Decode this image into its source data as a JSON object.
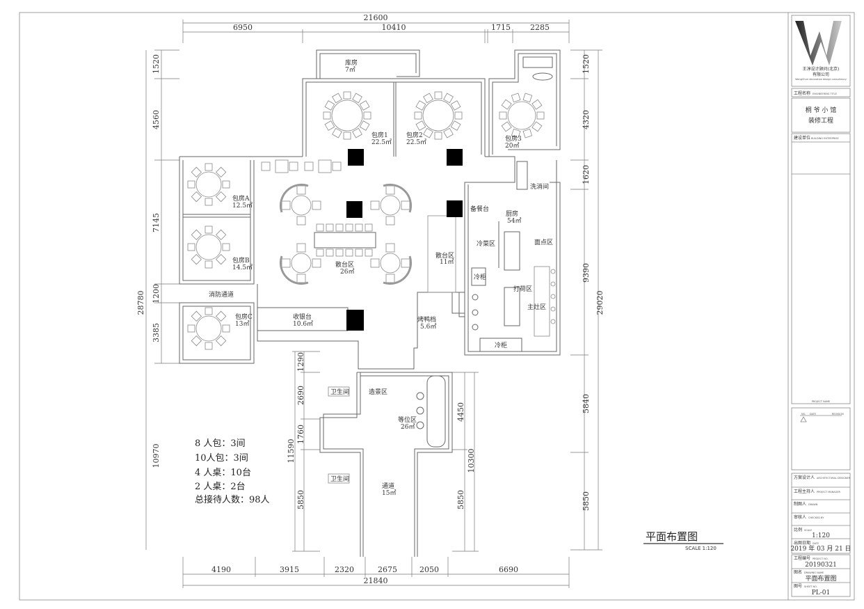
{
  "title_block": {
    "logo_letter": "W",
    "company_cn_1": "王淳设计顾问(北京)",
    "company_cn_2": "有限公司",
    "company_en": "WangChun decoration design consultancy",
    "project_name_label": "工程名称",
    "project_name_en": "ENGINEERING TITLE",
    "project_line_1": "桐 爷 小 馆",
    "project_line_2": "装修工程",
    "client_label": "建设单位",
    "client_en": "BUILDING ENTERPRISE",
    "project_name_caption": "PROJECT NAME",
    "revision_headers": [
      "NO.",
      "DATE",
      "REVISION"
    ],
    "sign_rows": [
      {
        "label": "方案设计人",
        "en": "ARCHITECTURAL DESIGNER",
        "value": ""
      },
      {
        "label": "工程主持人",
        "en": "PROJECT MANAGER",
        "value": ""
      },
      {
        "label": "制图人",
        "en": "DRAWN",
        "value": ""
      },
      {
        "label": "审核人",
        "en": "CHECKED BY",
        "value": ""
      },
      {
        "label": "比例",
        "en": "SCALE",
        "value": "1:120"
      },
      {
        "label": "出图日期",
        "en": "DATE",
        "value": "2019 年 03 月 21 日"
      }
    ],
    "info_rows": [
      {
        "label": "工程编号",
        "en": "PROJECT NO.",
        "value": "20190321"
      },
      {
        "label": "图名",
        "en": "DRAWING NAME",
        "value": "平面布置图"
      },
      {
        "label": "图号",
        "en": "SHEET NO.",
        "value": "PL-01"
      }
    ]
  },
  "drawing": {
    "title": "平面布置图",
    "scale": "SCALE 1:120"
  },
  "dimensions": {
    "top_total": "21600",
    "top": [
      "6950",
      "10410",
      "1715",
      "2285"
    ],
    "left": [
      "1520",
      "4560",
      "7145",
      "1200",
      "3385"
    ],
    "left_total": "28780",
    "right": [
      "1520",
      "4320",
      "1620",
      "9390",
      "5840"
    ],
    "right_total": "29020",
    "right_bottom": "5850",
    "lower_left": [
      "1290",
      "2690",
      "1760",
      "5850"
    ],
    "lower_left_total": "11590",
    "lower_right": [
      "4450",
      "5850"
    ],
    "lower_right_total": "10300",
    "bottom": [
      "4190",
      "3915",
      "2320",
      "2675",
      "2050",
      "6690"
    ],
    "bottom_total": "21840"
  },
  "rooms": [
    {
      "name": "库房",
      "area": "7㎡"
    },
    {
      "name": "包房1",
      "area": "22.5㎡"
    },
    {
      "name": "包房2",
      "area": "22.5㎡"
    },
    {
      "name": "包房3",
      "area": "20㎡"
    },
    {
      "name": "包房A",
      "area": "12.5㎡"
    },
    {
      "name": "包房B",
      "area": "14.5㎡"
    },
    {
      "name": "包房C",
      "area": "13㎡"
    },
    {
      "name": "散台区",
      "area": "26㎡"
    },
    {
      "name": "散台区",
      "area": "11㎡"
    },
    {
      "name": "收银台",
      "area": "10.6㎡"
    },
    {
      "name": "烤鸭档",
      "area": "5.6㎡"
    },
    {
      "name": "厨房",
      "area": "54㎡"
    },
    {
      "name": "等位区",
      "area": "26㎡"
    },
    {
      "name": "通道",
      "area": "15㎡"
    }
  ],
  "labels": {
    "fire_passage": "消防通道",
    "wash_room": "洗消间",
    "prep_counter": "备餐台",
    "cold_dish": "冷菜区",
    "pastry": "面点区",
    "cold_cabinet_1": "冷柜",
    "cold_cabinet_2": "冷柜",
    "serving": "打荷区",
    "main_stove": "主灶区",
    "landscape": "造景区",
    "toilet_1": "卫生间",
    "toilet_2": "卫生间"
  },
  "summary": [
    "8 人包：3间",
    "10人包：3间",
    "4 人桌：10台",
    "2 人桌：2台",
    "总接待人数：98人"
  ]
}
